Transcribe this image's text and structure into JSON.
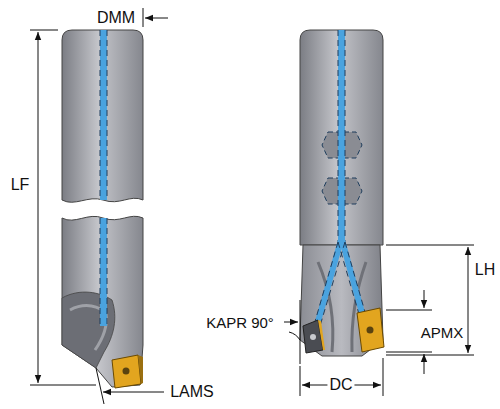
{
  "diagram": {
    "labels": [
      "DMM",
      "LF",
      "LH",
      "KAPR 90°",
      "APMX",
      "LAMS",
      "DC"
    ]
  }
}
